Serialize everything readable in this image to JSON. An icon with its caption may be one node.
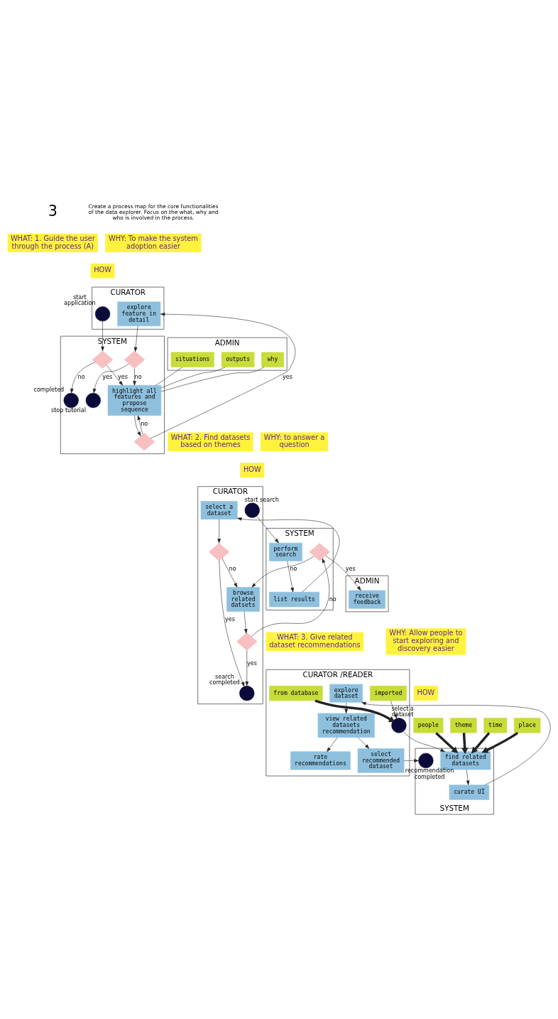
{
  "diagram": {
    "nodes": [
      {
        "text": [
          "CURATOR"
        ]
      },
      {
        "text": [],
        "shape": "circle",
        "in": 0,
        "beside": [
          "start application"
        ]
      },
      {
        "text": [
          "explore feature in detail"
        ],
        "in": 0
      },
      {
        "text": [
          "SYSTEM"
        ]
      },
      {
        "text": [],
        "shape": "diamond",
        "in": 3
      },
      {
        "text": [
          "highlight all features and propose sequence"
        ],
        "in": 3
      },
      {
        "text": [],
        "shape": "diamond",
        "in": 3
      },
      {
        "text": [],
        "shape": "diamond",
        "in": 3
      },
      {
        "text": [],
        "shape": "circle",
        "in": 3,
        "beside": [
          "stop tutorial"
        ]
      },
      {
        "text": [],
        "shape": "circle",
        "in": 3,
        "beside": [
          "completed"
        ]
      },
      {
        "text": [
          "ADMIN"
        ]
      },
      {
        "text": [
          "outputs"
        ],
        "in": 10
      },
      {
        "text": [
          "situations"
        ],
        "in": 10
      },
      {
        "text": [
          "why"
        ],
        "in": 10
      },
      {
        "text": [
          "CURATOR"
        ]
      },
      {
        "text": [],
        "shape": "circle",
        "in": 14,
        "beside": [
          "start search"
        ]
      },
      {
        "text": [
          "select a dataset"
        ],
        "in": 14
      },
      {
        "text": [],
        "shape": "diamond",
        "in": 14
      },
      {
        "text": [],
        "shape": "circle",
        "in": 14,
        "beside": [
          "search completed"
        ]
      },
      {
        "text": [
          "browse related datsets"
        ],
        "in": 14
      },
      {
        "text": [],
        "shape": "diamond",
        "in": 14
      },
      {
        "text": [
          "SYSTEM"
        ]
      },
      {
        "text": [
          "perform search"
        ],
        "in": 21
      },
      {
        "text": [
          "list results"
        ],
        "in": 21
      },
      {
        "text": [],
        "shape": "diamond",
        "in": 21
      },
      {
        "text": [
          "ADMIN"
        ]
      },
      {
        "text": [
          "receive feedback"
        ],
        "in": 25
      },
      {
        "text": [
          "CURATOR /READER"
        ]
      },
      {
        "text": [
          "from database"
        ],
        "in": 27
      },
      {
        "text": [
          "imported"
        ],
        "in": 27
      },
      {
        "text": [],
        "shape": "circle",
        "in": 27,
        "beside": [
          "select a dataset"
        ]
      },
      {
        "text": [
          "explore dataset"
        ],
        "in": 27
      },
      {
        "text": [
          "view related datasets recommendation"
        ],
        "in": 27
      },
      {
        "text": [
          "rate recommendations"
        ],
        "in": 27
      },
      {
        "text": [
          "select recommended dataset"
        ],
        "in": 27
      },
      {
        "text": [
          "SYSTEM"
        ]
      },
      {
        "text": [
          "find related datasets"
        ],
        "in": 35
      },
      {
        "text": [
          "curate UI"
        ],
        "in": 35
      },
      {
        "text": [],
        "shape": "circle",
        "in": 35,
        "beside": [
          "recommendation completed"
        ]
      },
      {
        "text": [
          "time"
        ]
      },
      {
        "text": [
          "place"
        ]
      },
      {
        "text": [
          "people"
        ]
      },
      {
        "text": [
          "theme"
        ]
      }
    ],
    "edges": [
      {
        "from": 1,
        "to": 4,
        "arrow": "to"
      },
      {
        "from": 4,
        "to": 5,
        "arrow": "to",
        "label": "yes"
      },
      {
        "from": 4,
        "to": 9,
        "arrow": "to",
        "label": "no"
      },
      {
        "from": 5,
        "to": 6,
        "arrow": "to"
      },
      {
        "from": 6,
        "to": 2,
        "arrow": "to",
        "label": "yes"
      },
      {
        "from": 2,
        "to": 7,
        "arrow": "to"
      },
      {
        "from": 7,
        "to": 8,
        "arrow": "to",
        "label": "yes"
      },
      {
        "from": 6,
        "to": 5,
        "arrow": "to",
        "label": "no"
      },
      {
        "from": 7,
        "to": 5,
        "arrow": "to",
        "label": "no"
      },
      {
        "from": 11,
        "to": 5,
        "arrow": "none"
      },
      {
        "from": 12,
        "to": 5,
        "arrow": "none"
      },
      {
        "from": 13,
        "to": 5,
        "arrow": "none"
      },
      {
        "from": 15,
        "to": 22,
        "arrow": "to"
      },
      {
        "from": 22,
        "to": 23,
        "arrow": "to"
      },
      {
        "from": 23,
        "to": 16,
        "arrow": "to"
      },
      {
        "from": 16,
        "to": 17,
        "arrow": "to"
      },
      {
        "from": 17,
        "to": 18,
        "arrow": "to",
        "label": "yes"
      },
      {
        "from": 17,
        "to": 19,
        "arrow": "to",
        "label": "no"
      },
      {
        "from": 19,
        "to": 20,
        "arrow": "to"
      },
      {
        "from": 20,
        "to": 18,
        "arrow": "to",
        "label": "yes"
      },
      {
        "from": 20,
        "to": 24,
        "arrow": "to",
        "label": "no"
      },
      {
        "from": 24,
        "to": 19,
        "arrow": "to",
        "label": "no"
      },
      {
        "from": 24,
        "to": 26,
        "arrow": "to",
        "label": "yes"
      },
      {
        "from": 28,
        "to": 30,
        "arrow": "to",
        "style": "thick"
      },
      {
        "from": 29,
        "to": 30,
        "arrow": "to"
      },
      {
        "from": 30,
        "to": 36,
        "arrow": "to"
      },
      {
        "from": 36,
        "to": 37,
        "arrow": "to"
      },
      {
        "from": 37,
        "to": 31,
        "arrow": "to"
      },
      {
        "from": 31,
        "to": 32,
        "arrow": "to"
      },
      {
        "from": 32,
        "to": 33,
        "arrow": "to"
      },
      {
        "from": 32,
        "to": 34,
        "arrow": "to"
      },
      {
        "from": 34,
        "to": 38,
        "arrow": "to"
      },
      {
        "from": 39,
        "to": 36,
        "arrow": "to",
        "style": "thick"
      },
      {
        "from": 40,
        "to": 36,
        "arrow": "to",
        "style": "thick"
      },
      {
        "from": 41,
        "to": 36,
        "arrow": "to",
        "style": "thick"
      },
      {
        "from": 42,
        "to": 36,
        "arrow": "to",
        "style": "thick"
      }
    ],
    "labels": [
      "3",
      "Create a process map for the core functionalities of the data explorer. Focus on the what, why and who is involved in the process.",
      "WHAT: 1. Guide the user through the process (A)",
      "WHY: To make the system adoption easier",
      "HOW",
      "WHAT: 2. Find datasets based on themes",
      "WHY: to answer a question",
      "HOW",
      "WHAT: 3. Give related dataset recommendations",
      "WHY: Allow people to start exploring and discovery easier",
      "HOW"
    ]
  }
}
